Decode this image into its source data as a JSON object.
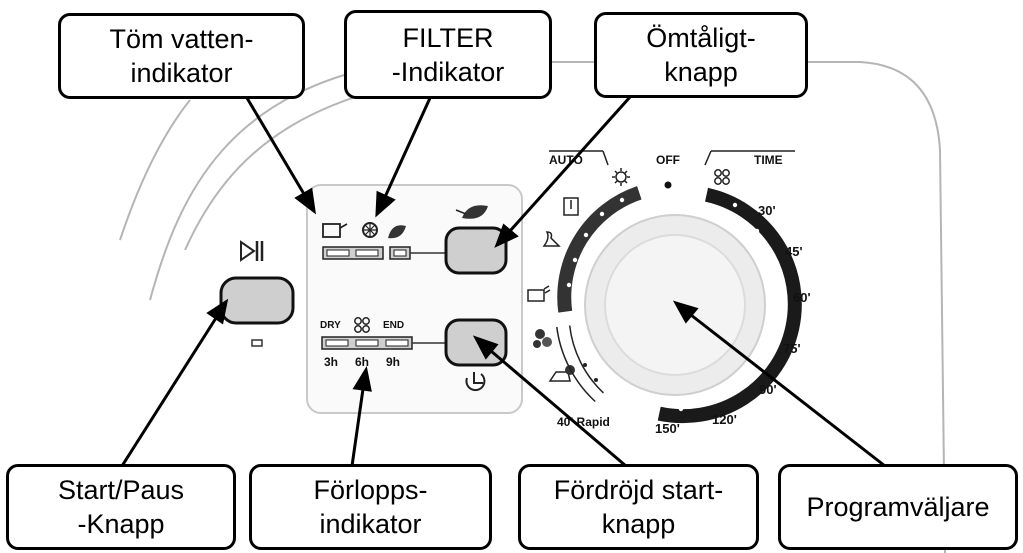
{
  "callouts": {
    "empty_water": {
      "line1": "Töm vatten-",
      "line2": "indikator"
    },
    "filter": {
      "line1": "FILTER",
      "line2": "-Indikator"
    },
    "delicate": {
      "line1": "Ömtåligt-",
      "line2": "knapp"
    },
    "start_pause": {
      "line1": "Start/Paus",
      "line2": "-Knapp"
    },
    "progress": {
      "line1": "Förlopps-",
      "line2": "indikator"
    },
    "delay_start": {
      "line1": "Fördröjd start-",
      "line2": "knapp"
    },
    "program_selector": {
      "line1": "Programväljare"
    }
  },
  "panel": {
    "dry_label": "DRY",
    "end_label": "END",
    "hours": [
      "3h",
      "6h",
      "9h"
    ],
    "auto_label": "AUTO",
    "off_label": "OFF",
    "time_label": "TIME",
    "times": [
      "30'",
      "45'",
      "60'",
      "75'",
      "90'",
      "120'",
      "150'"
    ],
    "rapid_label": "40' Rapid"
  }
}
